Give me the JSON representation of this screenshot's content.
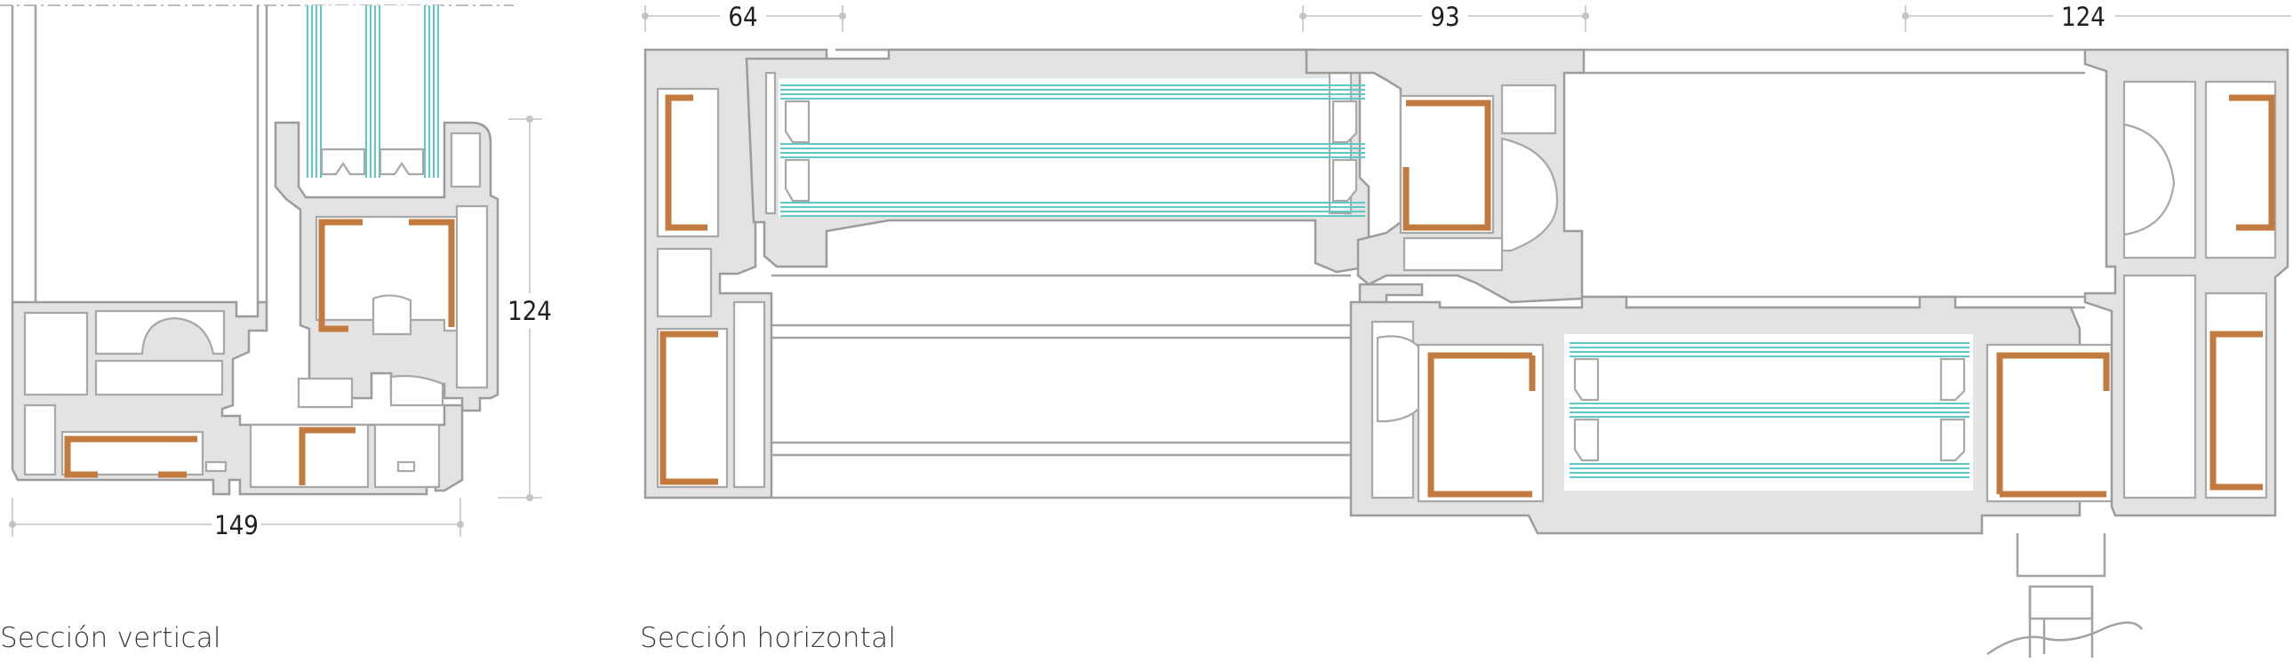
{
  "vertical_section": {
    "caption": "Sección vertical",
    "dimension_width": "149",
    "dimension_height": "124"
  },
  "horizontal_section": {
    "caption": "Sección horizontal",
    "dimension_left": "64",
    "dimension_middle": "93",
    "dimension_right": "124"
  },
  "colors": {
    "profile_fill": "#e3e3e3",
    "profile_stroke": "#9c9c9c",
    "steel_reinforcement": "#c27a3e",
    "glass": "#5fc8c8",
    "dimension_line": "#c4c4c4"
  }
}
